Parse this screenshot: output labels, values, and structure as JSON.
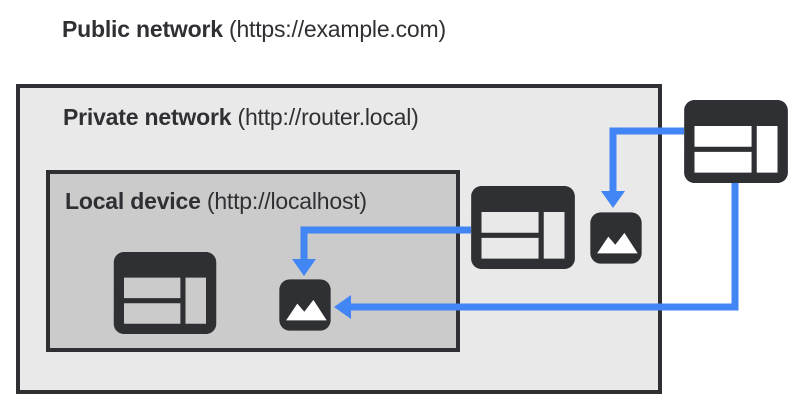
{
  "colors": {
    "page_bg": "#ffffff",
    "dark": "#2f3033",
    "private_bg": "#e9e9e9",
    "local_bg": "#cbcbcb",
    "arrow_blue": "#4285f4",
    "mountain": "#ffffff"
  },
  "zones": {
    "public": {
      "label_bold": "Public network",
      "label_rest": " (https://example.com)"
    },
    "private": {
      "label_bold": "Private network",
      "label_rest": " (http://router.local)"
    },
    "local": {
      "label_bold": "Local device",
      "label_rest": " (http://localhost)"
    }
  },
  "nodes": [
    {
      "id": "public-browser",
      "icon": "browser-window-icon",
      "zone": "public"
    },
    {
      "id": "private-browser",
      "icon": "browser-window-icon",
      "zone": "private"
    },
    {
      "id": "private-image",
      "icon": "image-icon",
      "zone": "private"
    },
    {
      "id": "local-browser",
      "icon": "browser-window-icon",
      "zone": "local"
    },
    {
      "id": "local-image",
      "icon": "image-icon",
      "zone": "local"
    }
  ],
  "edges": [
    {
      "from": "public-browser",
      "to": "private-image"
    },
    {
      "from": "public-browser",
      "to": "local-image"
    },
    {
      "from": "private-browser",
      "to": "local-image"
    }
  ]
}
